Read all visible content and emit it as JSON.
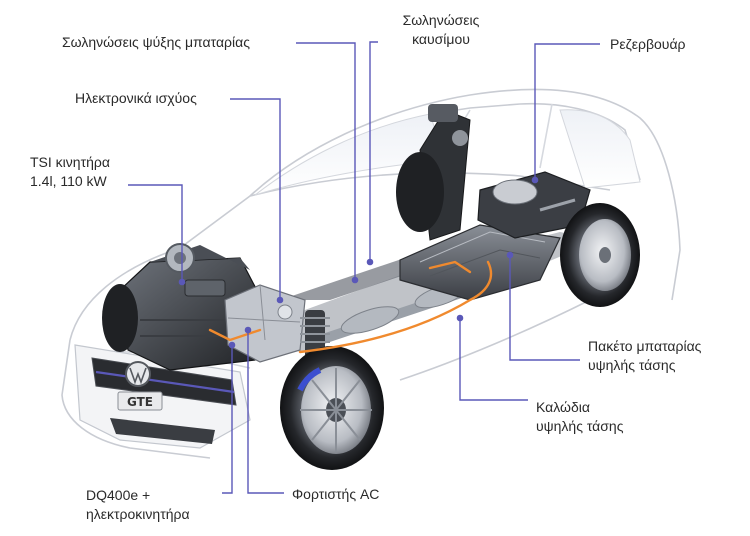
{
  "labels": {
    "battery_cooling": "Σωληνώσεις ψύξης μπαταρίας",
    "fuel_lines_1": "Σωληνώσεις",
    "fuel_lines_2": "καυσίμου",
    "tank": "Ρεζερβουάρ",
    "power_electronics": "Ηλεκτρονικά ισχύος",
    "tsi_1": "TSI κινητήρα",
    "tsi_2": "1.4l, 110 kW",
    "battery_pack_1": "Πακέτο μπαταρίας",
    "battery_pack_2": "υψηλής τάσης",
    "hv_cables_1": "Καλώδια",
    "hv_cables_2": "υψηλής τάσης",
    "dq400e_1": "DQ400e +",
    "dq400e_2": "ηλεκτροκινητήρα",
    "ac_charger": "Φορτιστής AC"
  },
  "car": {
    "badge": "GTE"
  },
  "colors": {
    "leader": "#5a58b8",
    "hv_cable": "#f08a2e",
    "body_outline": "#c9ccd3",
    "chassis_dark": "#2b2d31",
    "metal": "#9aa0a8"
  }
}
